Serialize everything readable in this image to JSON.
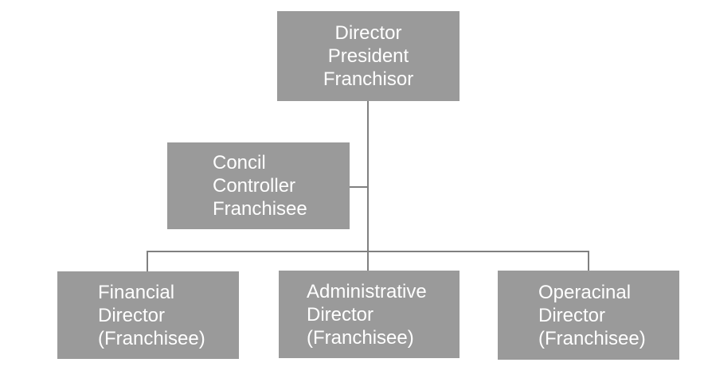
{
  "diagram": {
    "type": "org-chart",
    "background_color": "#ffffff",
    "box_fill_color": "#9a9a9a",
    "connector_color": "#808080",
    "text_color": "#ffffff",
    "nodes": {
      "root": {
        "lines": [
          "Director",
          "President",
          "Franchisor"
        ],
        "level": 1,
        "reports_to": null
      },
      "concil": {
        "lines": [
          "Concil",
          "Controller",
          "Franchisee"
        ],
        "level": 2,
        "reports_to": "root"
      },
      "financial": {
        "lines": [
          "Financial",
          "Director",
          "(Franchisee)"
        ],
        "level": 3,
        "reports_to": "root"
      },
      "administrative": {
        "lines": [
          "Administrative",
          "Director",
          "(Franchisee)"
        ],
        "level": 3,
        "reports_to": "root"
      },
      "operacinal": {
        "lines": [
          "Operacinal",
          "Director",
          "(Franchisee)"
        ],
        "level": 3,
        "reports_to": "root"
      }
    }
  }
}
